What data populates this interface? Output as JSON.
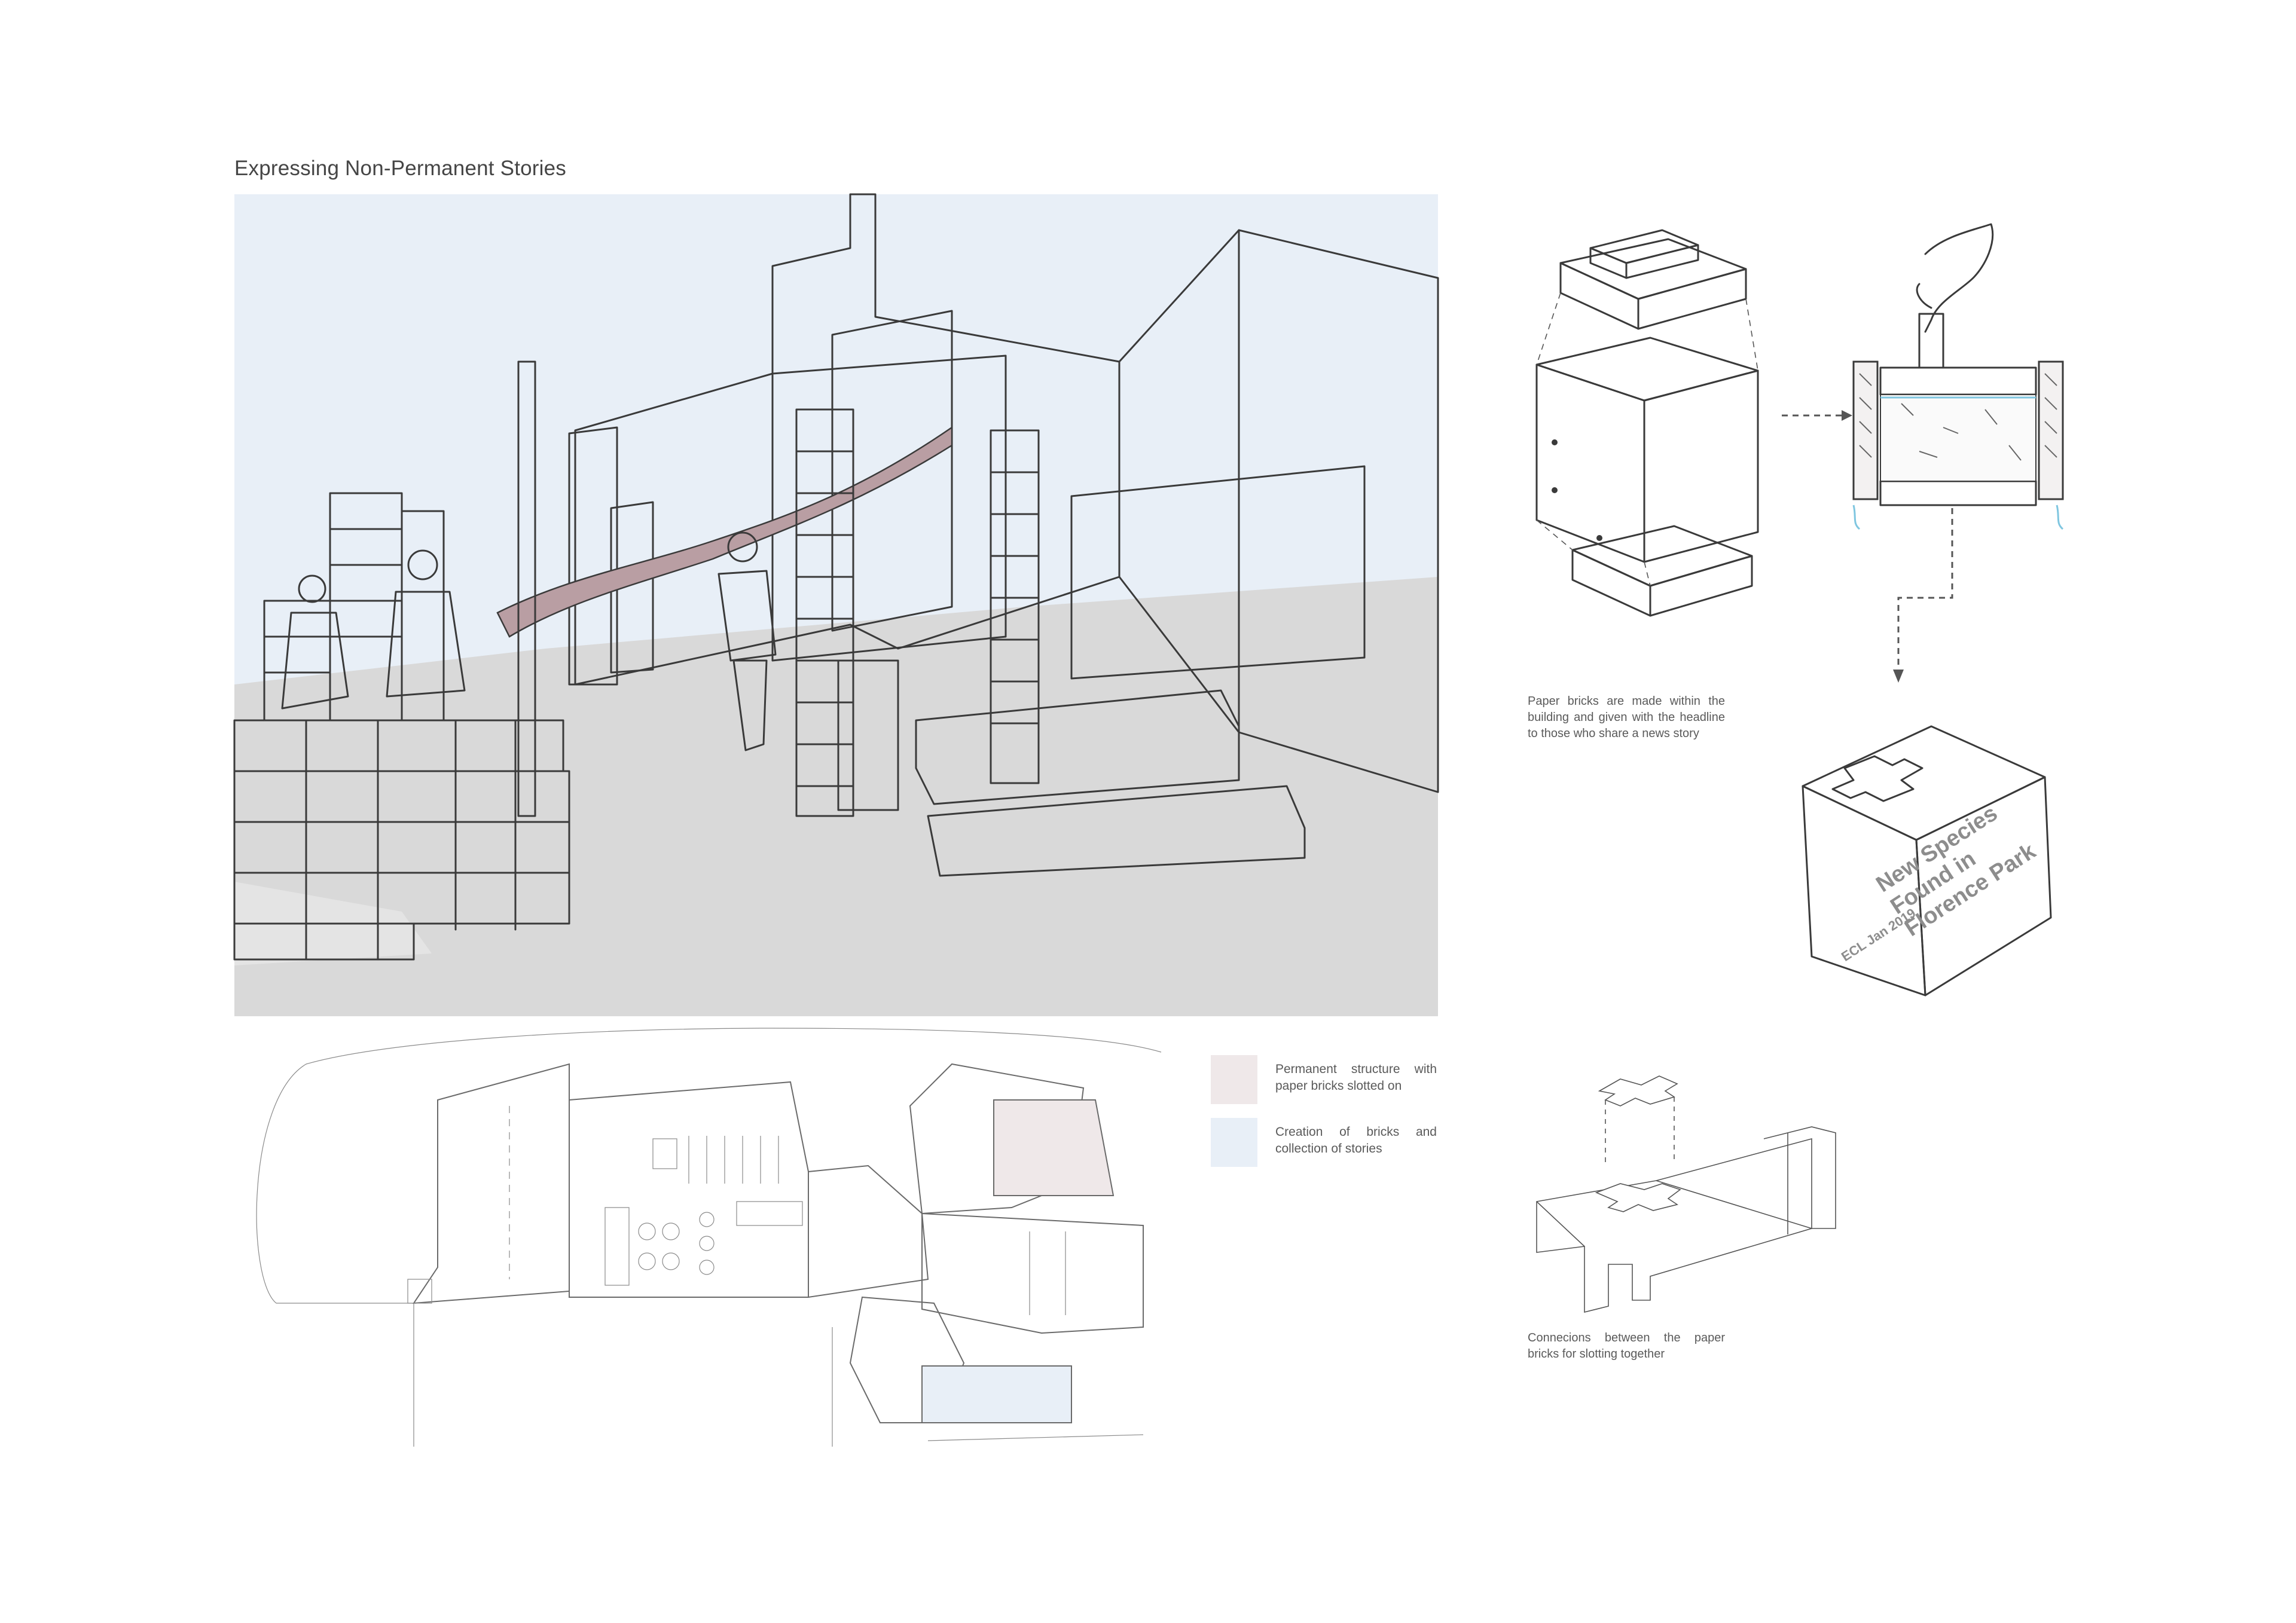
{
  "title": "Expressing Non-Permanent Stories",
  "captions": {
    "brick_making": "Paper bricks are made within the building and given with the headline to those who share a news story",
    "connections": "Connecions between the paper bricks for slotting together"
  },
  "brick_label": {
    "headline_line1": "New Species",
    "headline_line2": "Found in",
    "headline_line3": "Florence Park",
    "date": "ECL Jan 2019"
  },
  "legend": {
    "items": [
      {
        "label": "Permanent structure with paper bricks slotted on",
        "color": "#efe8e9"
      },
      {
        "label": "Creation of bricks and collection of stories",
        "color": "#e8eff7"
      }
    ]
  },
  "colors": {
    "sky": "#e8eff7",
    "wall": "#d6cfcc",
    "wall_light": "#e2dcd9",
    "pink": "#e6d4d7",
    "ribbon": "#b99ea3",
    "ground": "#d9d9d9",
    "ink": "#3a3a3a",
    "accent_blue": "#7fc6e0"
  },
  "icons": [
    "hand-icon",
    "arrow-down-icon",
    "arrow-right-icon"
  ]
}
